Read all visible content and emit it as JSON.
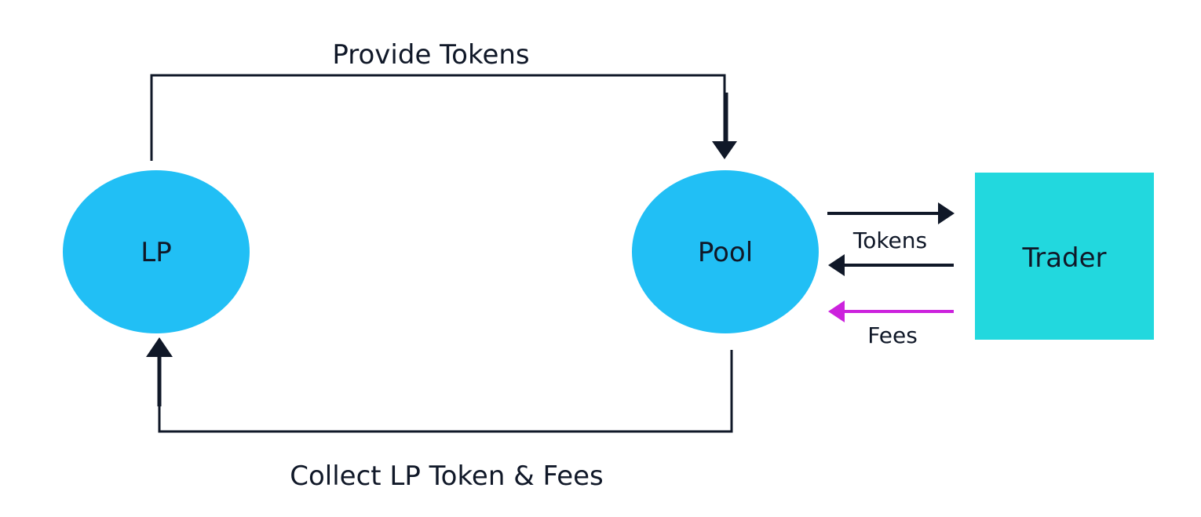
{
  "nodes": {
    "lp": {
      "label": "LP"
    },
    "pool": {
      "label": "Pool"
    },
    "trader": {
      "label": "Trader"
    }
  },
  "edges": {
    "provide": {
      "label": "Provide Tokens"
    },
    "collect": {
      "label": "Collect LP Token & Fees"
    },
    "tokens": {
      "label": "Tokens"
    },
    "fees": {
      "label": "Fees"
    }
  },
  "colors": {
    "circle_fill": "#21BFF5",
    "trader_fill": "#22D8DE",
    "arrow_dark": "#101828",
    "fee_arrow": "#CC22DD",
    "text": "#101828"
  }
}
